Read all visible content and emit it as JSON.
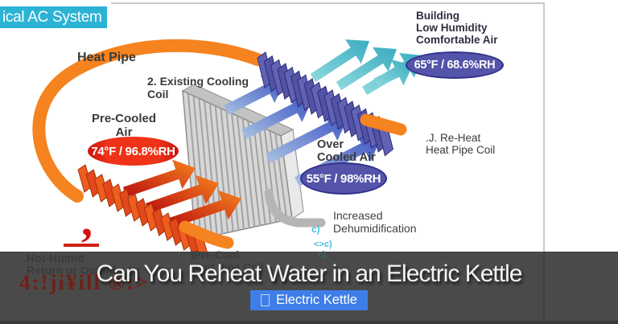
{
  "slide": {
    "badge": "ical AC System",
    "labels": {
      "heat_pipe": "Heat Pipe",
      "cooling_coil": "2. Existing Cooling\nCoil",
      "pre_cooled_air": "Pre-Cooled\nAir",
      "building": "Building\nLow Humidity\nComfortable Air",
      "reheat_coil": ".J. Re-Heat\nHeat Pipe Coil",
      "over_cooled_air": "Over\nCooled Air",
      "increased": "Increased\nDehumidification",
      "hot_humid": "Hot-Humid\nReturn or Outside Air",
      "precool_coil": "IPre-Cool\nHeat Pipe Coil",
      "watermark": "4:!ji¥ill ®:>",
      "comma": ","
    },
    "ovals": {
      "pre_cooled": "74°F / 96.8%RH",
      "supply": "65°F / 68.6%RH",
      "over_cooled": "55°F / 98%RH"
    },
    "drips": [
      "c)",
      "<>c)",
      "c)"
    ]
  },
  "overlay": {
    "title": "Can You Reheat Water in an Electric Kettle",
    "button_label": "Electric Kettle"
  },
  "colors": {
    "badge_cyan": "#2bb3d4",
    "pipe_orange": "#f5831f",
    "coil_purple": "#5353a6",
    "coil_orange_red": "#e2481a",
    "oval_red": "#c41212",
    "oval_purple": "#5454aa",
    "teal_arrow": "#3aacc0",
    "blue_arrow": "#3a53c2",
    "red_arrow": "#b90e0e",
    "overlay_bar": "#4a4a4a",
    "button_blue": "#3e7ee8",
    "watermark_red": "#702018"
  }
}
